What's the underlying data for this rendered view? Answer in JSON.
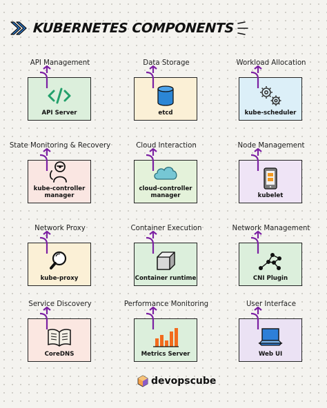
{
  "title": "KUBERNETES COMPONENTS",
  "brand": "devopscube",
  "colors": {
    "arrow": "#7b1fa2",
    "api": "#dcefdc",
    "etcd": "#fbf0d6",
    "scheduler": "#dceff8",
    "controller": "#fae6e2",
    "cloud": "#e4f2da",
    "kubelet": "#efe4f6",
    "proxy": "#fbf0d6",
    "runtime": "#dcefdc",
    "cni": "#dcefdc",
    "coredns": "#fbe7e1",
    "metrics": "#dcefdc",
    "webui": "#ebe2f4"
  },
  "components": [
    {
      "label": "API Management",
      "name": "API Server",
      "icon": "code-icon"
    },
    {
      "label": "Data Storage",
      "name": "etcd",
      "icon": "database-icon"
    },
    {
      "label": "Workload Allocation",
      "name": "kube-scheduler",
      "icon": "gears-icon"
    },
    {
      "label": "State Monitoring & Recovery",
      "name": "kube-controller manager",
      "icon": "person-icon"
    },
    {
      "label": "Cloud Interaction",
      "name": "cloud-controller manager",
      "icon": "cloud-icon"
    },
    {
      "label": "Node Management",
      "name": "kubelet",
      "icon": "tablet-icon"
    },
    {
      "label": "Network Proxy",
      "name": "kube-proxy",
      "icon": "magnifier-icon"
    },
    {
      "label": "Container Execution",
      "name": "Container runtime",
      "icon": "cube-icon"
    },
    {
      "label": "Network Management",
      "name": "CNI Plugin",
      "icon": "network-icon"
    },
    {
      "label": "Service Discovery",
      "name": "CoreDNS",
      "icon": "book-icon"
    },
    {
      "label": "Performance Monitoring",
      "name": "Metrics Server",
      "icon": "bar-chart-icon"
    },
    {
      "label": "User Interface",
      "name": "Web UI",
      "icon": "laptop-icon"
    }
  ]
}
